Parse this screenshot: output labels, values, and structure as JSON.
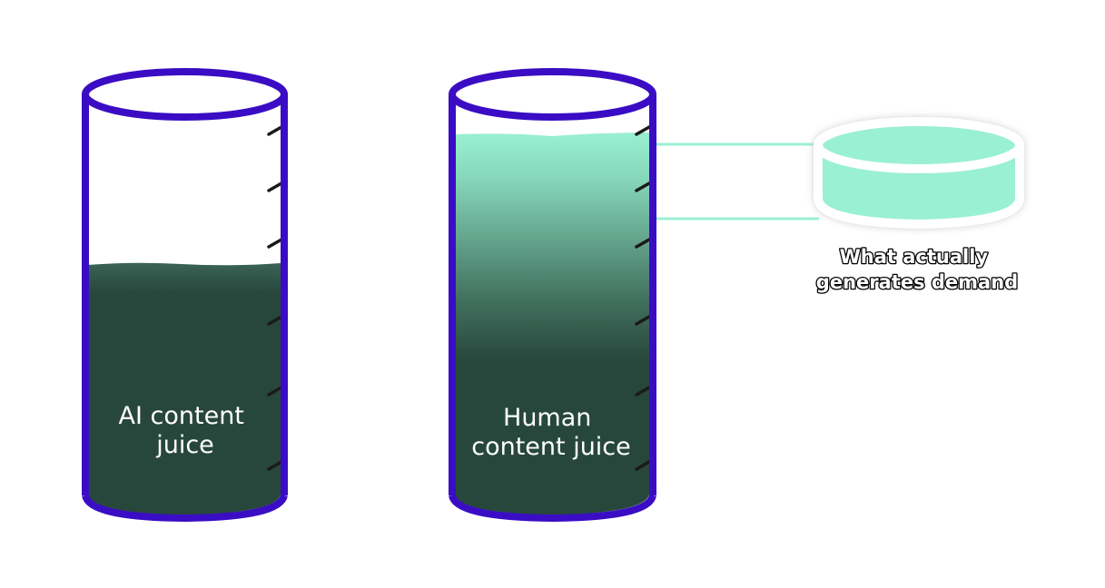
{
  "colors": {
    "outline": "#3a0dc4",
    "dark_juice": "#28473c",
    "mint": "#9af0d2",
    "tick": "#1a1a1a",
    "background": "#ffffff"
  },
  "cylinders": [
    {
      "label_lines": [
        "AI content",
        "juice"
      ],
      "fill_level": 0.6
    },
    {
      "label_lines": [
        "Human",
        "content juice"
      ],
      "fill_level": 0.92
    }
  ],
  "callout": {
    "label_lines": [
      "What actually",
      "generates demand"
    ]
  }
}
